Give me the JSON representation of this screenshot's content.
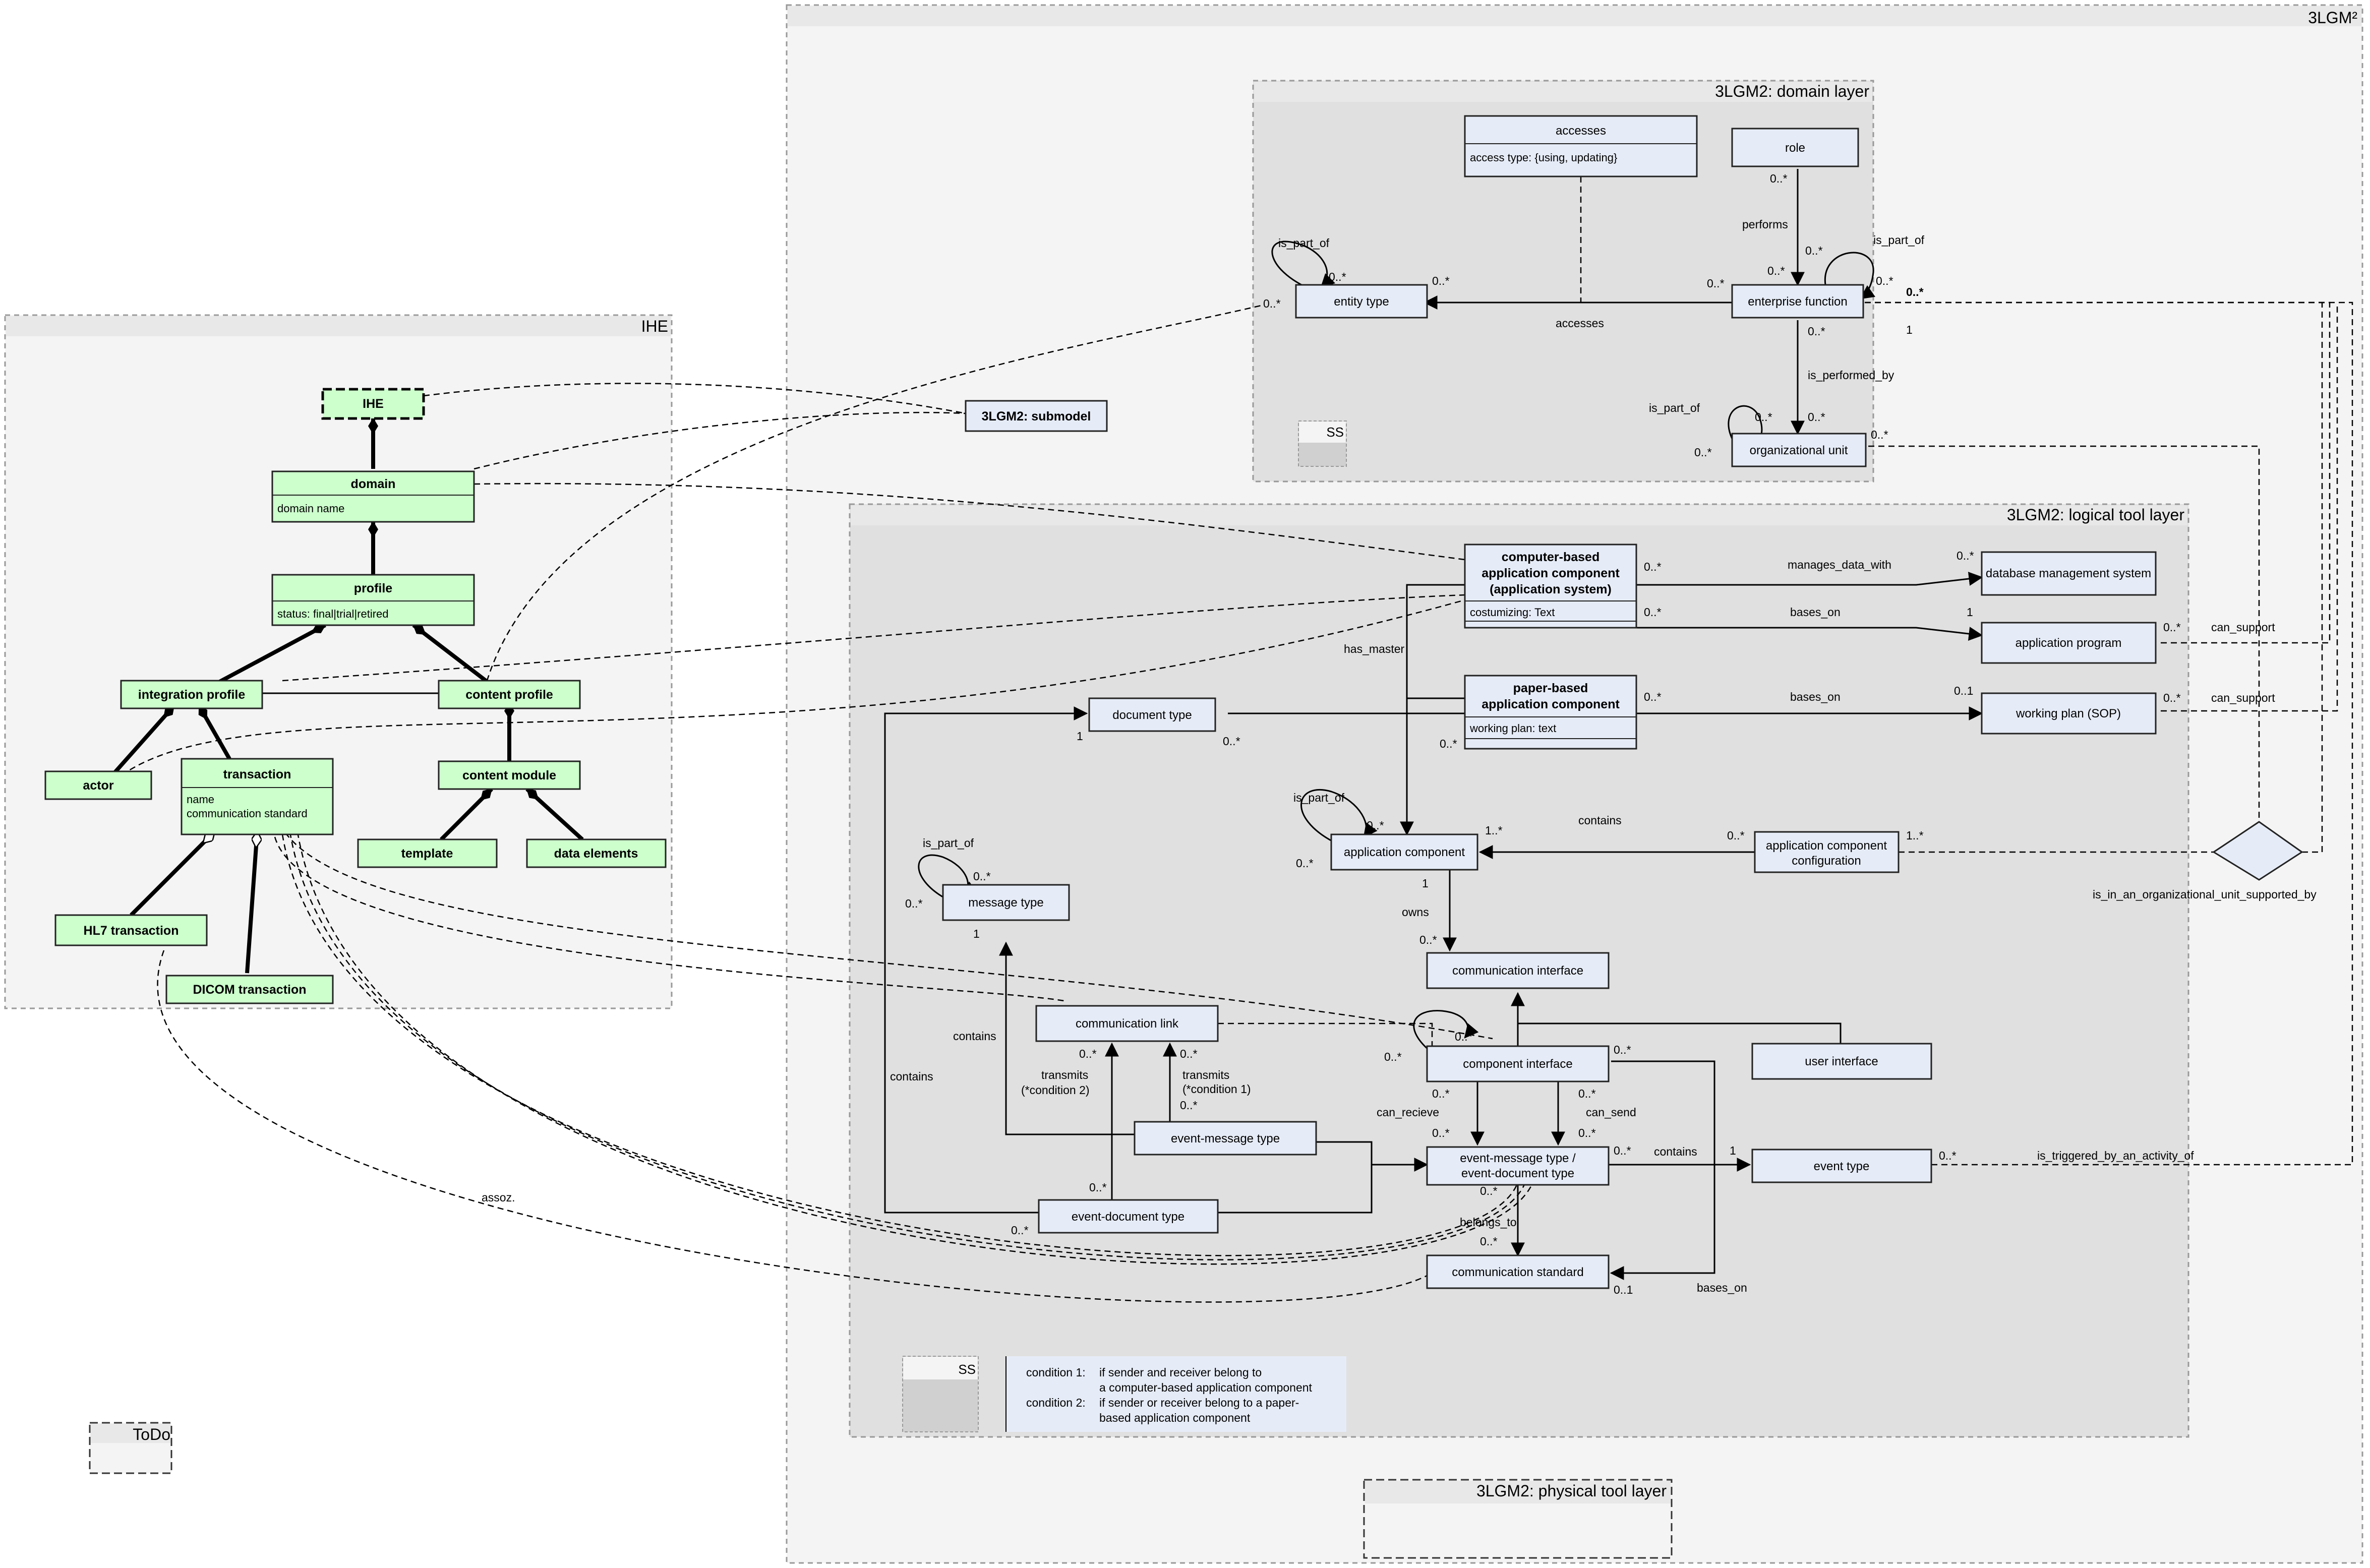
{
  "packages": {
    "lgm": "3LGM²",
    "domain_layer": "3LGM2: domain layer",
    "logical_tool_layer": "3LGM2: logical tool layer",
    "physical_tool_layer": "3LGM2: physical tool layer",
    "ihe": "IHE",
    "todo": "ToDo",
    "ss_domain": "SS",
    "ss_logical": "SS"
  },
  "domain_classes": {
    "accesses_title": "accesses",
    "accesses_attr": "access type: {using, updating}",
    "role": "role",
    "entity_type": "entity type",
    "enterprise_function": "enterprise function",
    "organizational_unit": "organizational unit"
  },
  "logical_classes": {
    "cbac_line1": "computer-based",
    "cbac_line2": "application component",
    "cbac_line3": "(application system)",
    "cbac_attr": "costumizing: Text",
    "pbac_line1": "paper-based",
    "pbac_line2": "application component",
    "pbac_attr": "working plan: text",
    "dbms": "database management system",
    "application_program": "application program",
    "working_plan": "working plan (SOP)",
    "document_type": "document type",
    "application_component": "application component",
    "acc_line1": "application component",
    "acc_line2": "configuration",
    "message_type": "message type",
    "communication_interface": "communication interface",
    "communication_link": "communication link",
    "component_interface": "component interface",
    "user_interface": "user interface",
    "event_message_type": "event-message type",
    "emdt_line1": "event-message type /",
    "emdt_line2": "event-document type",
    "event_type": "event type",
    "event_document_type": "event-document type",
    "communication_standard": "communication standard"
  },
  "ihe_classes": {
    "ihe": "IHE",
    "submodel": "3LGM2: submodel",
    "domain": "domain",
    "domain_attr": "domain name",
    "profile": "profile",
    "profile_attr": "status: final|trial|retired",
    "integration_profile": "integration profile",
    "content_profile": "content profile",
    "actor": "actor",
    "transaction": "transaction",
    "transaction_attr1": "name",
    "transaction_attr2": "communication standard",
    "content_module": "content module",
    "template": "template",
    "data_elements": "data elements",
    "hl7": "HL7 transaction",
    "dicom": "DICOM transaction"
  },
  "labels": {
    "is_part_of": "is_part_of",
    "performs": "performs",
    "is_performed_by": "is_performed_by",
    "accesses": "accesses",
    "manages_data_with": "manages_data_with",
    "bases_on": "bases_on",
    "has_master": "has_master",
    "can_support": "can_support",
    "contains": "contains",
    "owns": "owns",
    "is_in_org": "is_in_an_organizational_unit_supported_by",
    "transmits_c2": "transmits",
    "c2": "(*condition 2)",
    "transmits_c1": "transmits",
    "c1": "(*condition 1)",
    "can_recieve": "can_recieve",
    "can_send": "can_send",
    "belongs_to": "belongs_to",
    "is_triggered": "is_triggered_by_an_activity_of",
    "assoz": "assoz.",
    "m_0s": "0..*",
    "m_1": "1",
    "m_0s_bold": "0..*",
    "m_01": "0..1",
    "m_1s": "1..*"
  },
  "note": {
    "c1_label": "condition 1:",
    "c1_line1": "if sender and receiver belong to",
    "c1_line2": "a computer-based application component",
    "c2_label": "condition 2:",
    "c2_line1": "if sender or receiver belong to a paper-",
    "c2_line2": "based application component"
  },
  "colors": {
    "domain_class_fill": "#e6ecf7",
    "ihe_class_fill": "#ccffcc",
    "package_fill": "#f4f4f4",
    "inner_package_fill": "#e0e0e0"
  }
}
